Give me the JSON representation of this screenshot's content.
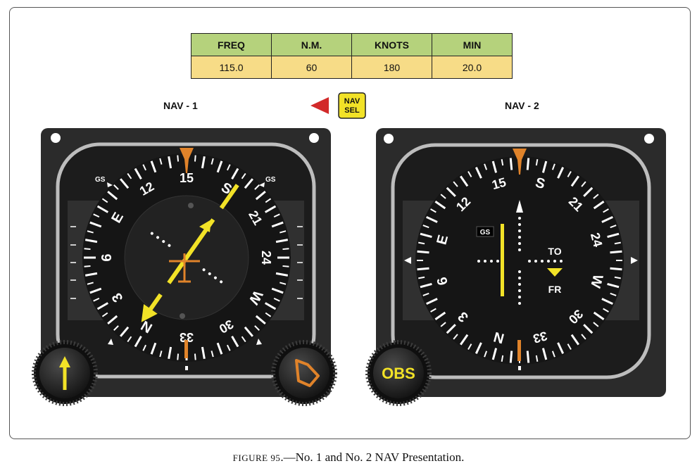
{
  "table": {
    "headers": [
      "FREQ",
      "N.M.",
      "KNOTS",
      "MIN"
    ],
    "values": [
      "115.0",
      "60",
      "180",
      "20.0"
    ]
  },
  "nav1": {
    "label": "NAV - 1",
    "gs_left": "GS",
    "gs_right": "GS",
    "heading_deg": 150,
    "course_deg": 210,
    "card_labels": [
      "N",
      "3",
      "6",
      "E",
      "12",
      "15",
      "S",
      "21",
      "24",
      "W",
      "30",
      "33"
    ]
  },
  "nav_sel": {
    "line1": "NAV",
    "line2": "SEL"
  },
  "nav2": {
    "label": "NAV - 2",
    "gs": "GS",
    "to": "TO",
    "fr": "FR",
    "obs": "OBS",
    "card_labels": [
      "N",
      "3",
      "6",
      "E",
      "12",
      "15",
      "S",
      "21",
      "24",
      "W",
      "30",
      "33"
    ]
  },
  "caption": {
    "figure": "Figure 95",
    "text": ".—No. 1 and No. 2 NAV Presentation."
  },
  "colors": {
    "table_header": "#b5d27c",
    "table_value": "#f7dc87",
    "needle_yellow": "#f2e227",
    "orange": "#e0832a",
    "arrow_red": "#d22a2a"
  }
}
